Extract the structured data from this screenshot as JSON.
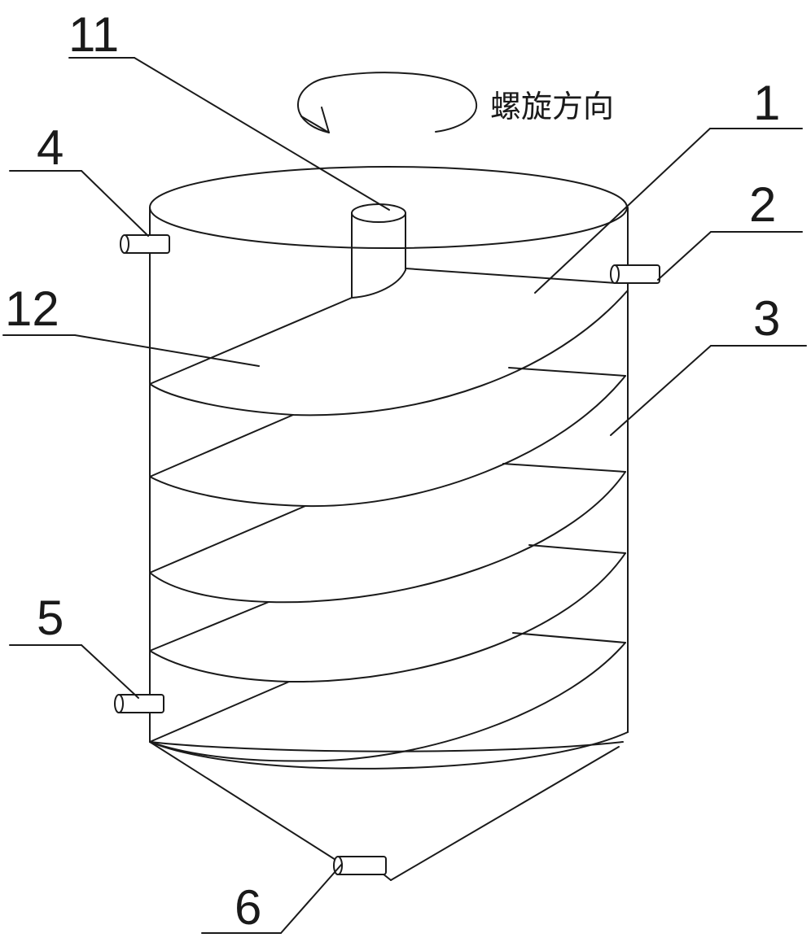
{
  "rotation_caption": "螺旋方向",
  "labels": {
    "top_pipe": "11",
    "helix_surface": "1",
    "outlet_right_top": "2",
    "tank_wall": "3",
    "inlet_left_top": "4",
    "left_lower_pipe": "5",
    "bottom_outlet": "6",
    "helix_plate": "12"
  },
  "colors": {
    "line": "#1a1a1a",
    "background": "#ffffff"
  }
}
